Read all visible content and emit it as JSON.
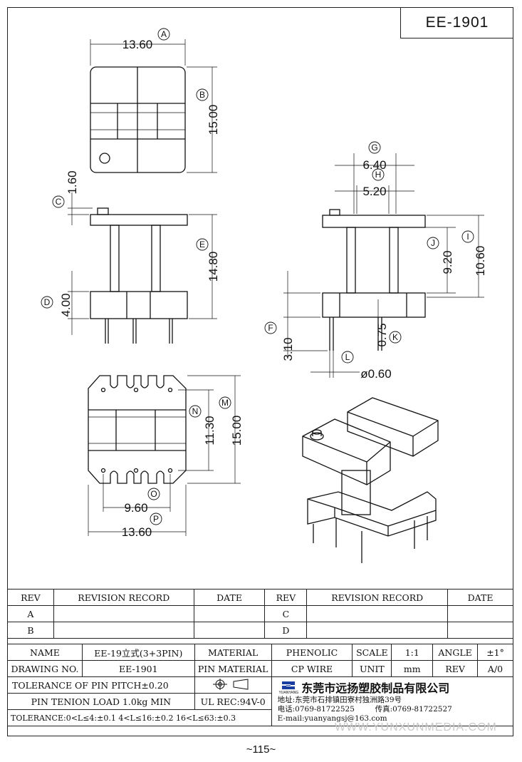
{
  "part_code": "EE-1901",
  "dims": {
    "a": "13.60",
    "b": "15.00",
    "c": "1.60",
    "d": "4.00",
    "e": "14.80",
    "f": "3.10",
    "g": "6.40",
    "h": "5.20",
    "i": "10.60",
    "j": "9.20",
    "k": "0.75",
    "l": "ø0.60",
    "m": "15.00",
    "n": "11.30",
    "o": "9.60",
    "p": "13.60"
  },
  "letters": {
    "a": "A",
    "b": "B",
    "c": "C",
    "d": "D",
    "e": "E",
    "f": "F",
    "g": "G",
    "h": "H",
    "i": "I",
    "j": "J",
    "k": "K",
    "l": "L",
    "m": "M",
    "n": "N",
    "o": "O",
    "p": "P"
  },
  "revision": {
    "headers": [
      "REV",
      "REVISION RECORD",
      "DATE",
      "REV",
      "REVISION RECORD",
      "DATE"
    ],
    "rows": [
      [
        "A",
        "",
        "",
        "C",
        "",
        ""
      ],
      [
        "B",
        "",
        "",
        "D",
        "",
        ""
      ]
    ]
  },
  "info": {
    "name_label": "NAME",
    "name_value": "EE-19立式(3+3PIN)",
    "material_label": "MATERIAL",
    "material_value": "PHENOLIC",
    "scale_label": "SCALE",
    "scale_value": "1:1",
    "angle_label": "ANGLE",
    "angle_value": "±1°",
    "drawing_label": "DRAWING NO.",
    "drawing_value": "EE-1901",
    "pin_material_label": "PIN MATERIAL",
    "pin_material_value": "CP WIRE",
    "unit_label": "UNIT",
    "unit_value": "mm",
    "rev_label": "REV",
    "rev_value": "A/0",
    "tolerance_pitch": "TOLERANCE OF PIN PITCH±0.20",
    "pin_load": "PIN TENION LOAD 1.0kg MIN",
    "ul_rec": "UL REC:94V-0",
    "tolerance_line": "TOLERANCE:0<L≤4:±0.1  4<L≤16:±0.2  16<L≤63:±0.3",
    "company_name": "东莞市远扬塑胶制品有限公司",
    "company_logo": "YUANYANG",
    "address": "地址:东莞市石排镇田寮村独洲路39号",
    "phone": "电话:0769-81722525",
    "fax": "传真:0769-81722527",
    "email": "E-mail:yuanyangsj@163.com"
  },
  "watermark": "WWW.YUNXUNMEDIA.COM",
  "page_number": "~115~"
}
